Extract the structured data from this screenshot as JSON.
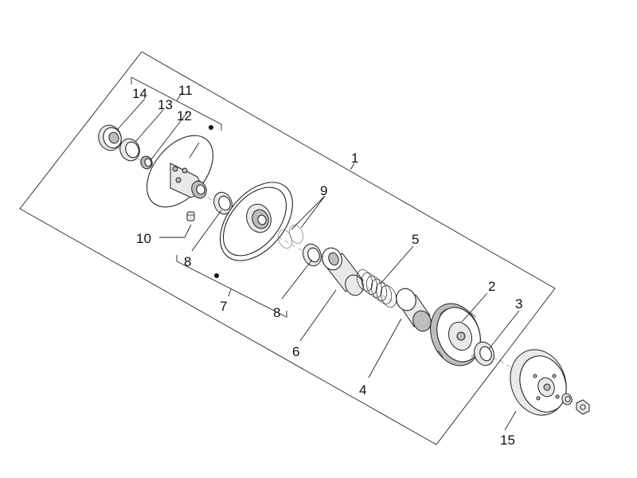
{
  "callouts": {
    "c1": "1",
    "c2": "2",
    "c3": "3",
    "c4": "4",
    "c5": "5",
    "c6": "6",
    "c7": "7",
    "c8a": "8",
    "c8b": "8",
    "c9": "9",
    "c10": "10",
    "c11": "11",
    "c12": "12",
    "c13": "13",
    "c14": "14",
    "c15": "15"
  }
}
